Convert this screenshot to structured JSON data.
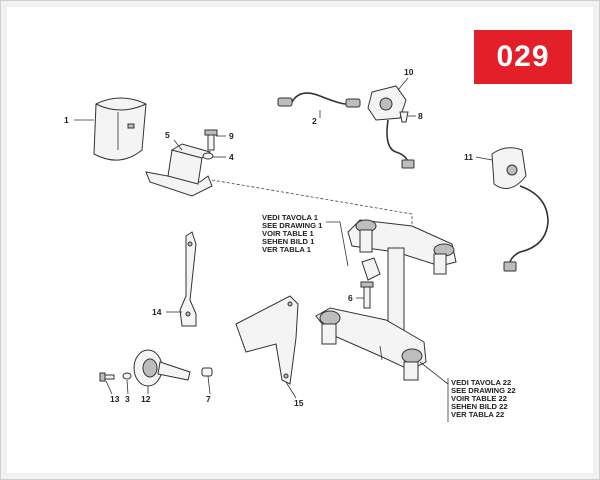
{
  "page": {
    "badge": "029"
  },
  "callouts": {
    "c1": "1",
    "c2": "2",
    "c3": "3",
    "c4": "4",
    "c5": "5",
    "c6": "6",
    "c7": "7",
    "c8": "8",
    "c9": "9",
    "c10": "10",
    "c11": "11",
    "c12": "12",
    "c13": "13",
    "c14": "14",
    "c15": "15"
  },
  "references": {
    "drawing1": [
      "VEDI TAVOLA 1",
      "SEE DRAWING 1",
      "VOIR TABLE 1",
      "SEHEN BILD 1",
      "VER TABLA 1"
    ],
    "drawing22": [
      "VEDI TAVOLA 22",
      "SEE DRAWING 22",
      "VOIR TABLE 22",
      "SEHEN BILD 22",
      "VER TABLA 22"
    ]
  }
}
